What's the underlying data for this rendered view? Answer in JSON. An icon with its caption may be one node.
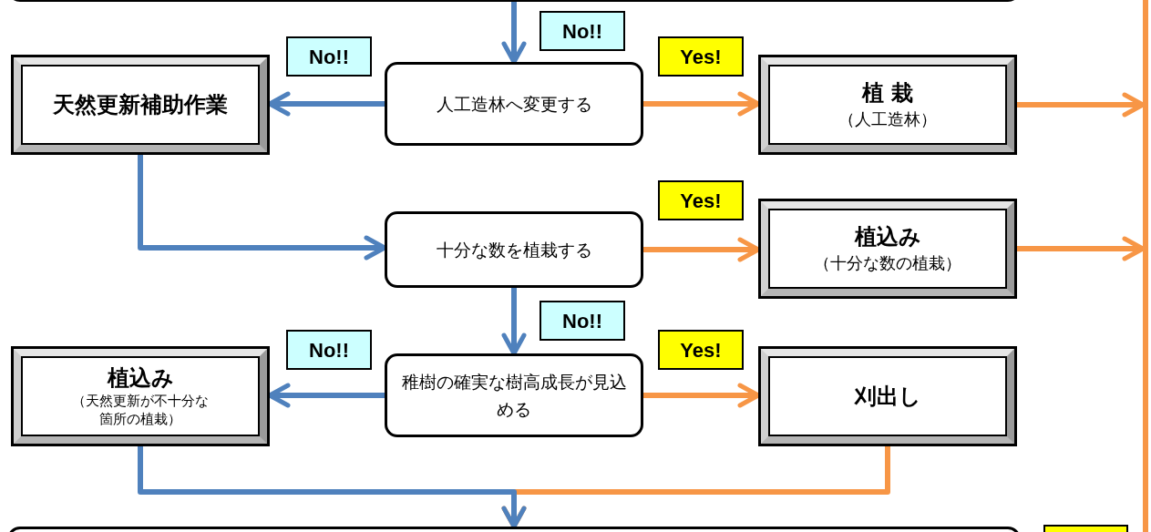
{
  "diagram": {
    "nodes": [
      {
        "text": [],
        "shape": "box"
      },
      {
        "text": [
          "天然更新補助作業"
        ]
      },
      {
        "text": [
          "人工造林へ変更する"
        ]
      },
      {
        "text": [
          "植 栽",
          "（人工造林）"
        ]
      },
      {
        "text": [
          "十分な数を植栽する"
        ]
      },
      {
        "text": [
          "植込み",
          "（十分な数の植栽）"
        ]
      },
      {
        "text": [
          "植込み",
          "（天然更新が不十分な箇所の植栽）"
        ]
      },
      {
        "text": [
          "稚樹の確実な樹高成長が見込める"
        ]
      },
      {
        "text": [
          "刈出し"
        ]
      },
      {
        "text": [],
        "shape": "box"
      },
      {
        "text": [],
        "shape": "bar"
      }
    ],
    "edges": [
      {
        "from": 0,
        "to": 2,
        "arrow": "to",
        "label": "No!!"
      },
      {
        "from": 2,
        "to": 1,
        "arrow": "to",
        "label": "No!!"
      },
      {
        "from": 2,
        "to": 3,
        "arrow": "to",
        "label": "Yes!",
        "color": "#f79646"
      },
      {
        "from": 3,
        "to": 10,
        "arrow": "to",
        "color": "#f79646"
      },
      {
        "from": 1,
        "to": 4,
        "arrow": "to"
      },
      {
        "from": 4,
        "to": 5,
        "arrow": "to",
        "label": "Yes!",
        "color": "#f79646"
      },
      {
        "from": 5,
        "to": 10,
        "arrow": "to",
        "color": "#f79646"
      },
      {
        "from": 4,
        "to": 7,
        "arrow": "to",
        "label": "No!!"
      },
      {
        "from": 7,
        "to": 6,
        "arrow": "to",
        "label": "No!!"
      },
      {
        "from": 7,
        "to": 8,
        "arrow": "to",
        "label": "Yes!",
        "color": "#f79646"
      },
      {
        "from": 8,
        "to": 9,
        "arrow": "to",
        "color": "#f79646"
      },
      {
        "from": 6,
        "to": 9,
        "arrow": "to"
      }
    ]
  }
}
